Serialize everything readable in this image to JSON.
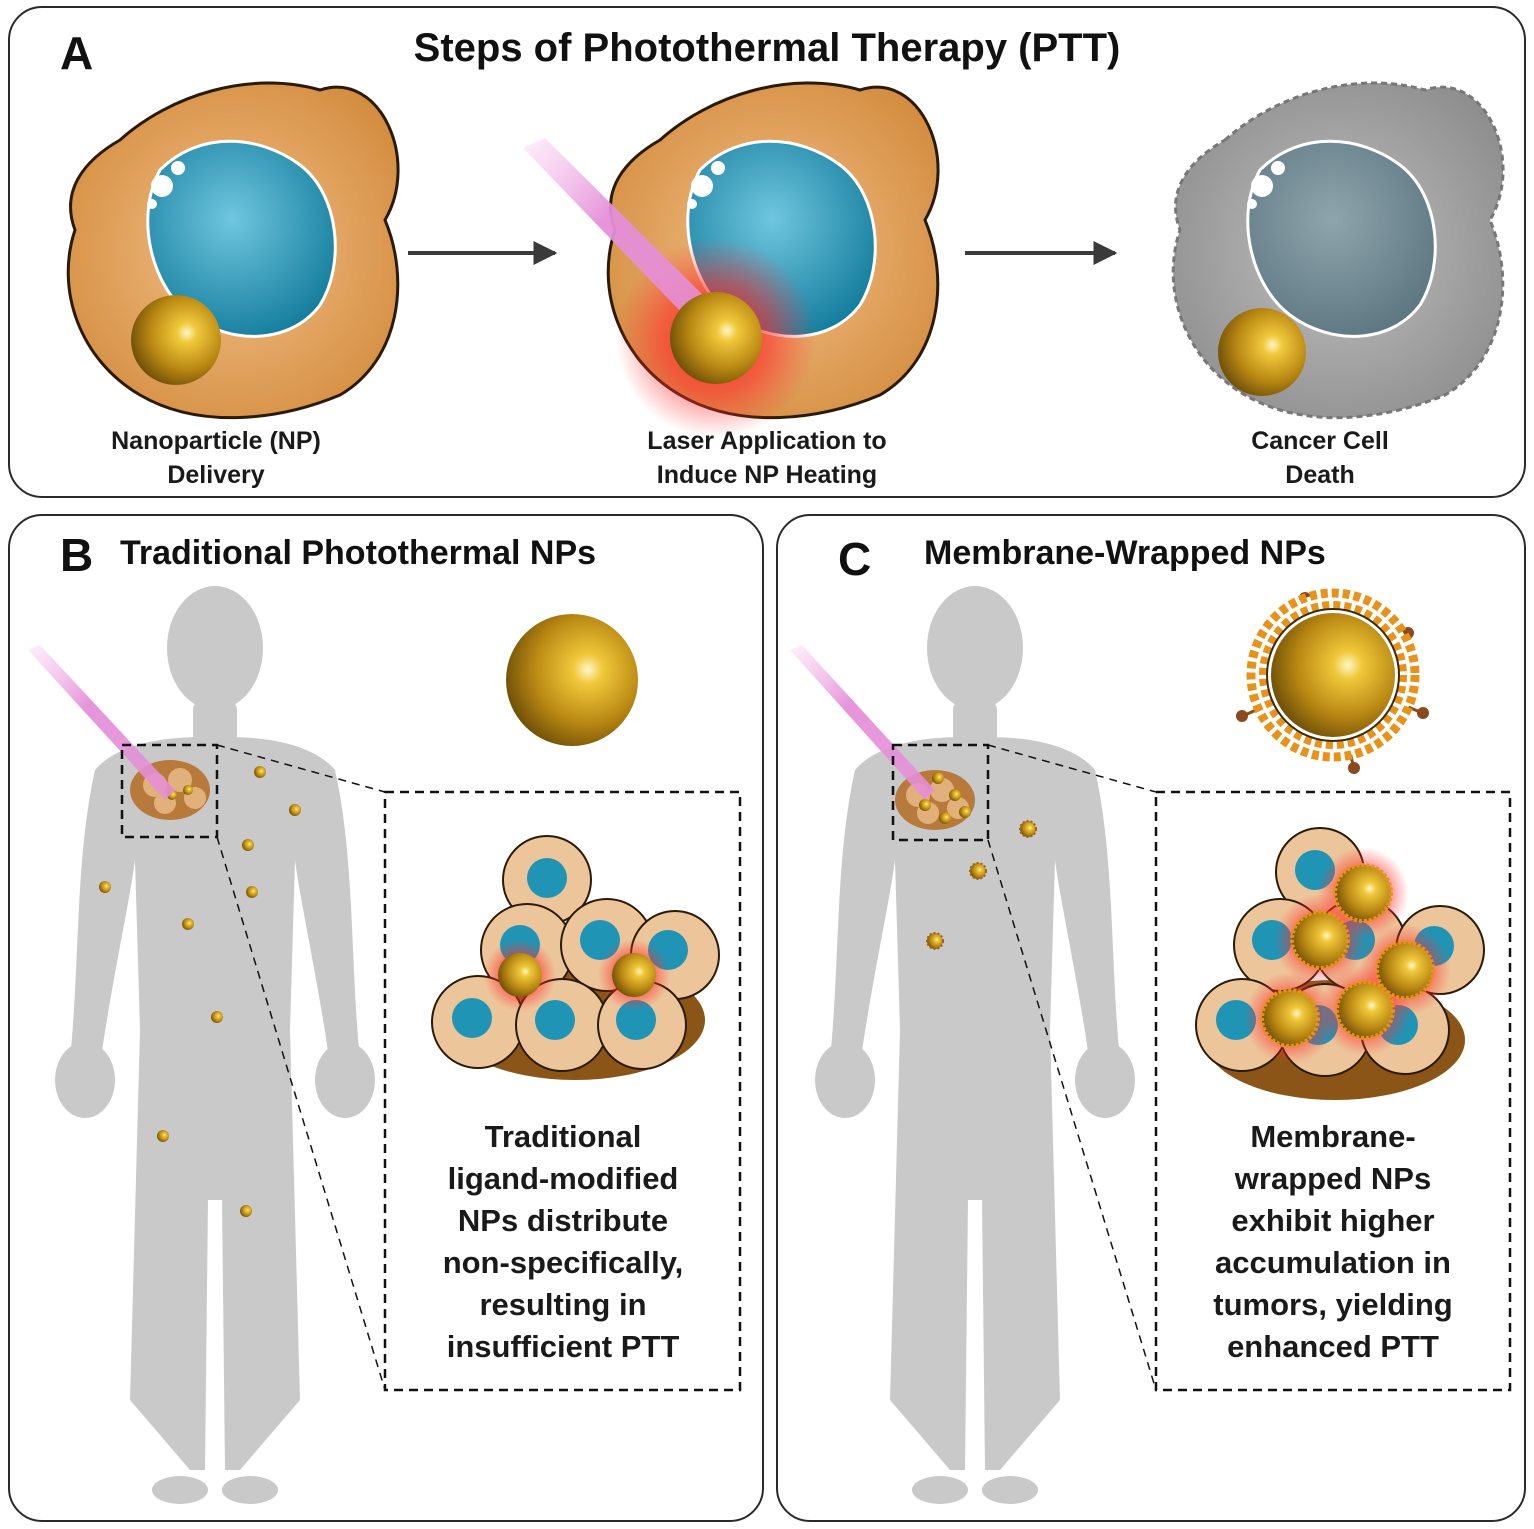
{
  "panelA": {
    "letter": "A",
    "title": "Steps of Photothermal Therapy (PTT)",
    "steps": [
      {
        "line1": "Nanoparticle (NP)",
        "line2": "Delivery"
      },
      {
        "line1": "Laser Application to",
        "line2": "Induce NP Heating"
      },
      {
        "line1": "Cancer Cell",
        "line2": "Death"
      }
    ]
  },
  "panelB": {
    "letter": "B",
    "title": "Traditional Photothermal NPs",
    "description": [
      "Traditional",
      "ligand-modified",
      "NPs distribute",
      "non-specifically,",
      "resulting in",
      "insufficient PTT"
    ]
  },
  "panelC": {
    "letter": "C",
    "title": "Membrane-Wrapped NPs",
    "description": [
      "Membrane-",
      "wrapped NPs",
      "exhibit higher",
      "accumulation in",
      "tumors, yielding",
      "enhanced PTT"
    ]
  },
  "colors": {
    "cell_cytoplasm": "#e3a35f",
    "cell_nucleus": "#1c8fb0",
    "gold_np": "#d4a11e",
    "laser": "#e7a0dc",
    "heat_glow": "#ff2a2a",
    "dead_cell": "#a9a9a9",
    "body_silhouette": "#c8c8c8",
    "membrane": "#e8921a"
  }
}
